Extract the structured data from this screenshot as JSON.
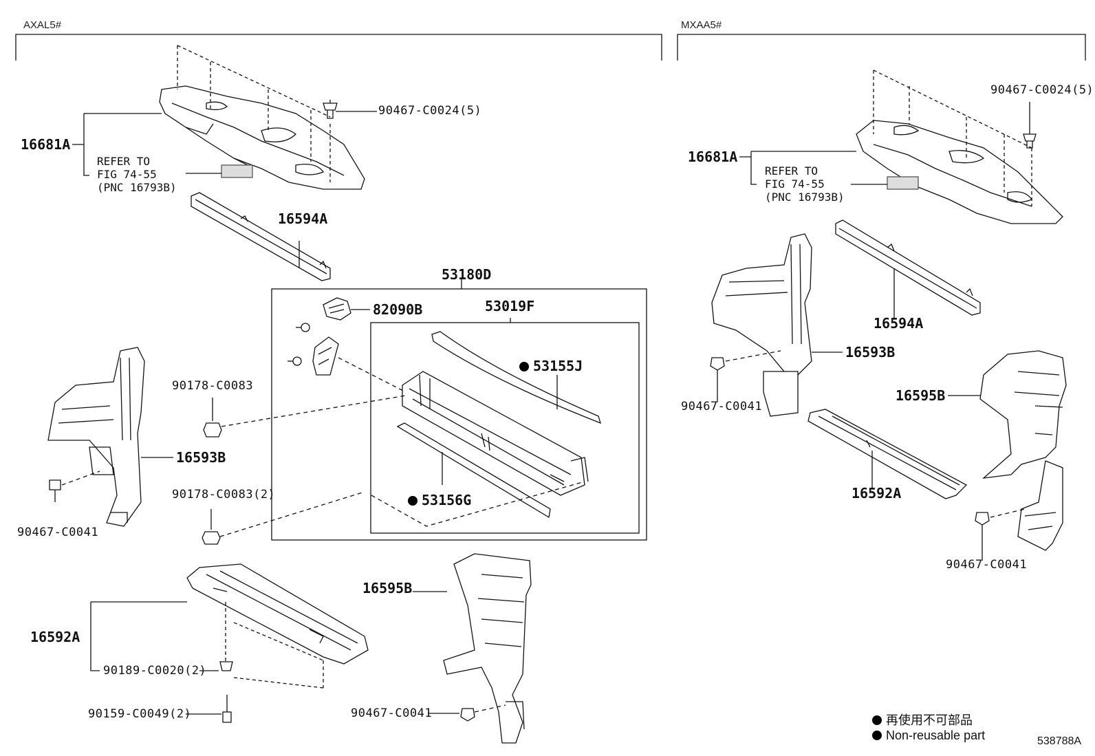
{
  "variants": {
    "left": "AXAL5#",
    "right": "MXAA5#"
  },
  "labels": {
    "l_16681A": "16681A",
    "l_refer": "REFER TO\nFIG 74-55\n(PNC 16793B)",
    "l_90467_c0024": "90467-C0024(5)",
    "l_16594A": "16594A",
    "l_53180D": "53180D",
    "l_82090B": "82090B",
    "l_53019F": "53019F",
    "l_53155J": "53155J",
    "l_53156G": "53156G",
    "l_90178_c0083": "90178-C0083",
    "l_90178_c0083_2": "90178-C0083(2)",
    "l_16593B": "16593B",
    "l_90467_c0041": "90467-C0041",
    "l_16592A": "16592A",
    "l_90189": "90189-C0020(2)",
    "l_90159": "90159-C0049(2)",
    "l_16595B": "16595B",
    "l_90467_c0041_b": "90467-C0041",
    "r_16681A": "16681A",
    "r_refer": "REFER TO\nFIG 74-55\n(PNC 16793B)",
    "r_90467_c0024": "90467-C0024(5)",
    "r_16593B": "16593B",
    "r_90467_c0041": "90467-C0041",
    "r_16594A": "16594A",
    "r_16595B": "16595B",
    "r_16592A": "16592A",
    "r_90467_c0041_b": "90467-C0041"
  },
  "legend": {
    "jp": "再使用不可部品",
    "en": "Non-reusable part"
  },
  "reference_number": "538788A"
}
